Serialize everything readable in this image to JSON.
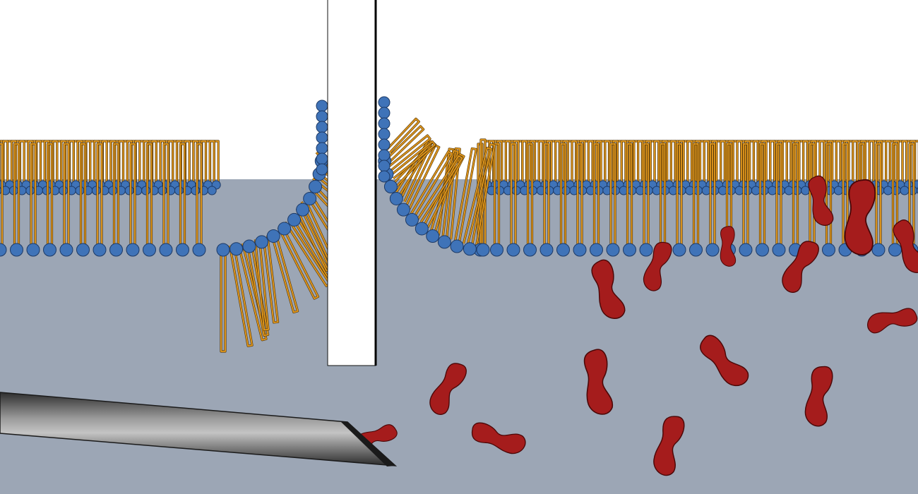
{
  "colors": {
    "background": "#ffffff",
    "water": "#9ca6b5",
    "headgroup": "#3f73b8",
    "headgroup_outline": "#1d3a66",
    "lipid_tail": "#e49a1e",
    "lipid_tail_outline": "#5a3a08",
    "molecule": "#a51c1c",
    "molecule_outline": "#4a0707",
    "barrier": "#ffffff",
    "barrier_outline": "#111111",
    "needle_dark": "#3a3a3a",
    "needle_light": "#b8b8b8"
  },
  "elements": {
    "subphase": "water-subphase",
    "left_monolayer": "lipid-monolayer-left",
    "right_monolayer": "lipid-monolayer-right",
    "barrier": "teflon-barrier",
    "needle": "injection-needle",
    "molecules": "injected-protein-molecules"
  }
}
